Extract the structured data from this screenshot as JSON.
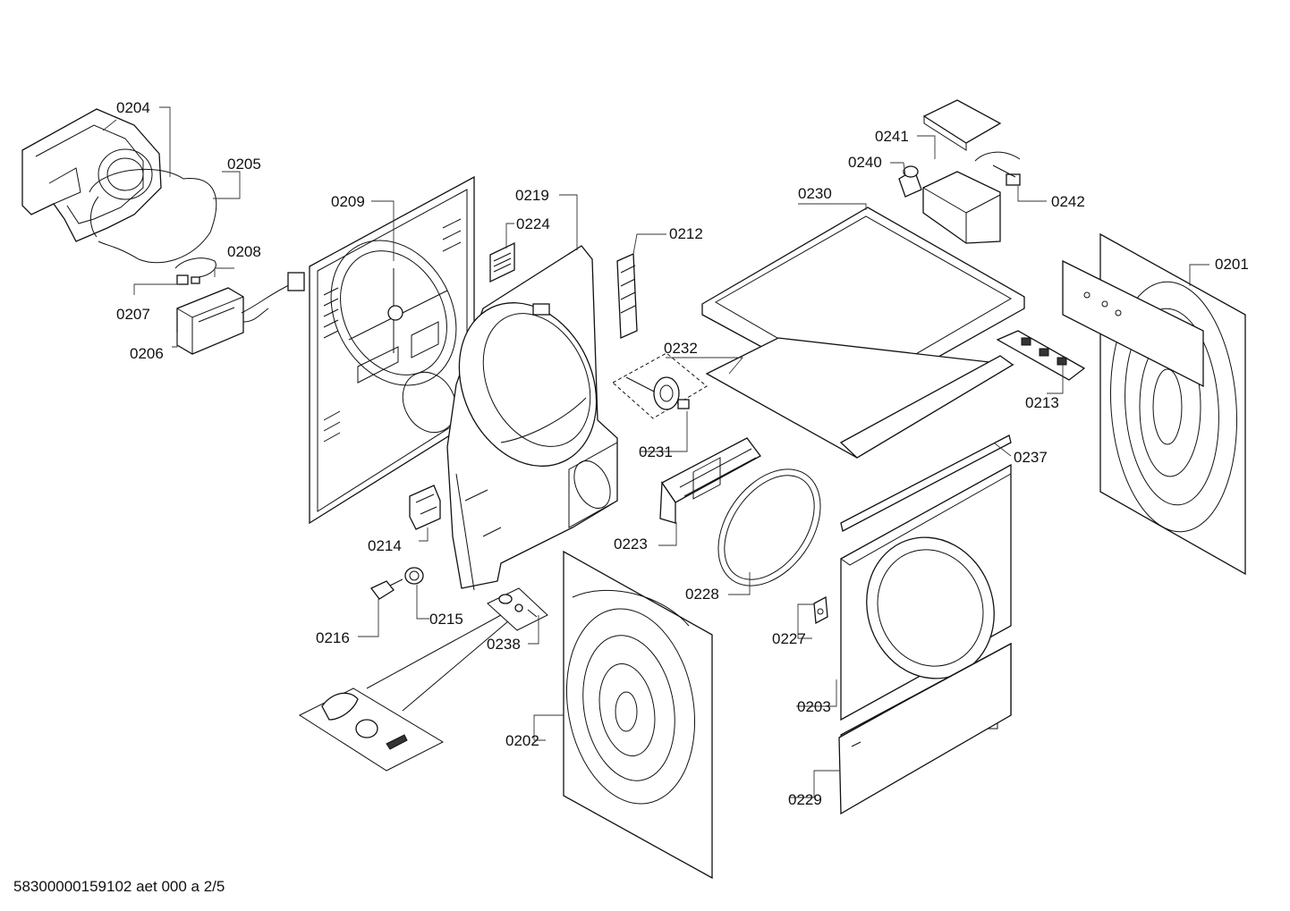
{
  "callouts": {
    "p0201": "0201",
    "p0202": "0202",
    "p0203": "0203",
    "p0204": "0204",
    "p0205": "0205",
    "p0206": "0206",
    "p0207": "0207",
    "p0208": "0208",
    "p0209": "0209",
    "p0212": "0212",
    "p0213": "0213",
    "p0214": "0214",
    "p0215": "0215",
    "p0216": "0216",
    "p0219": "0219",
    "p0223": "0223",
    "p0224": "0224",
    "p0227": "0227",
    "p0228": "0228",
    "p0229": "0229",
    "p0230": "0230",
    "p0231": "0231",
    "p0232": "0232",
    "p0237": "0237",
    "p0238": "0238",
    "p0240": "0240",
    "p0241": "0241",
    "p0242": "0242"
  },
  "footer": "58300000159102 aet 000 a 2/5"
}
